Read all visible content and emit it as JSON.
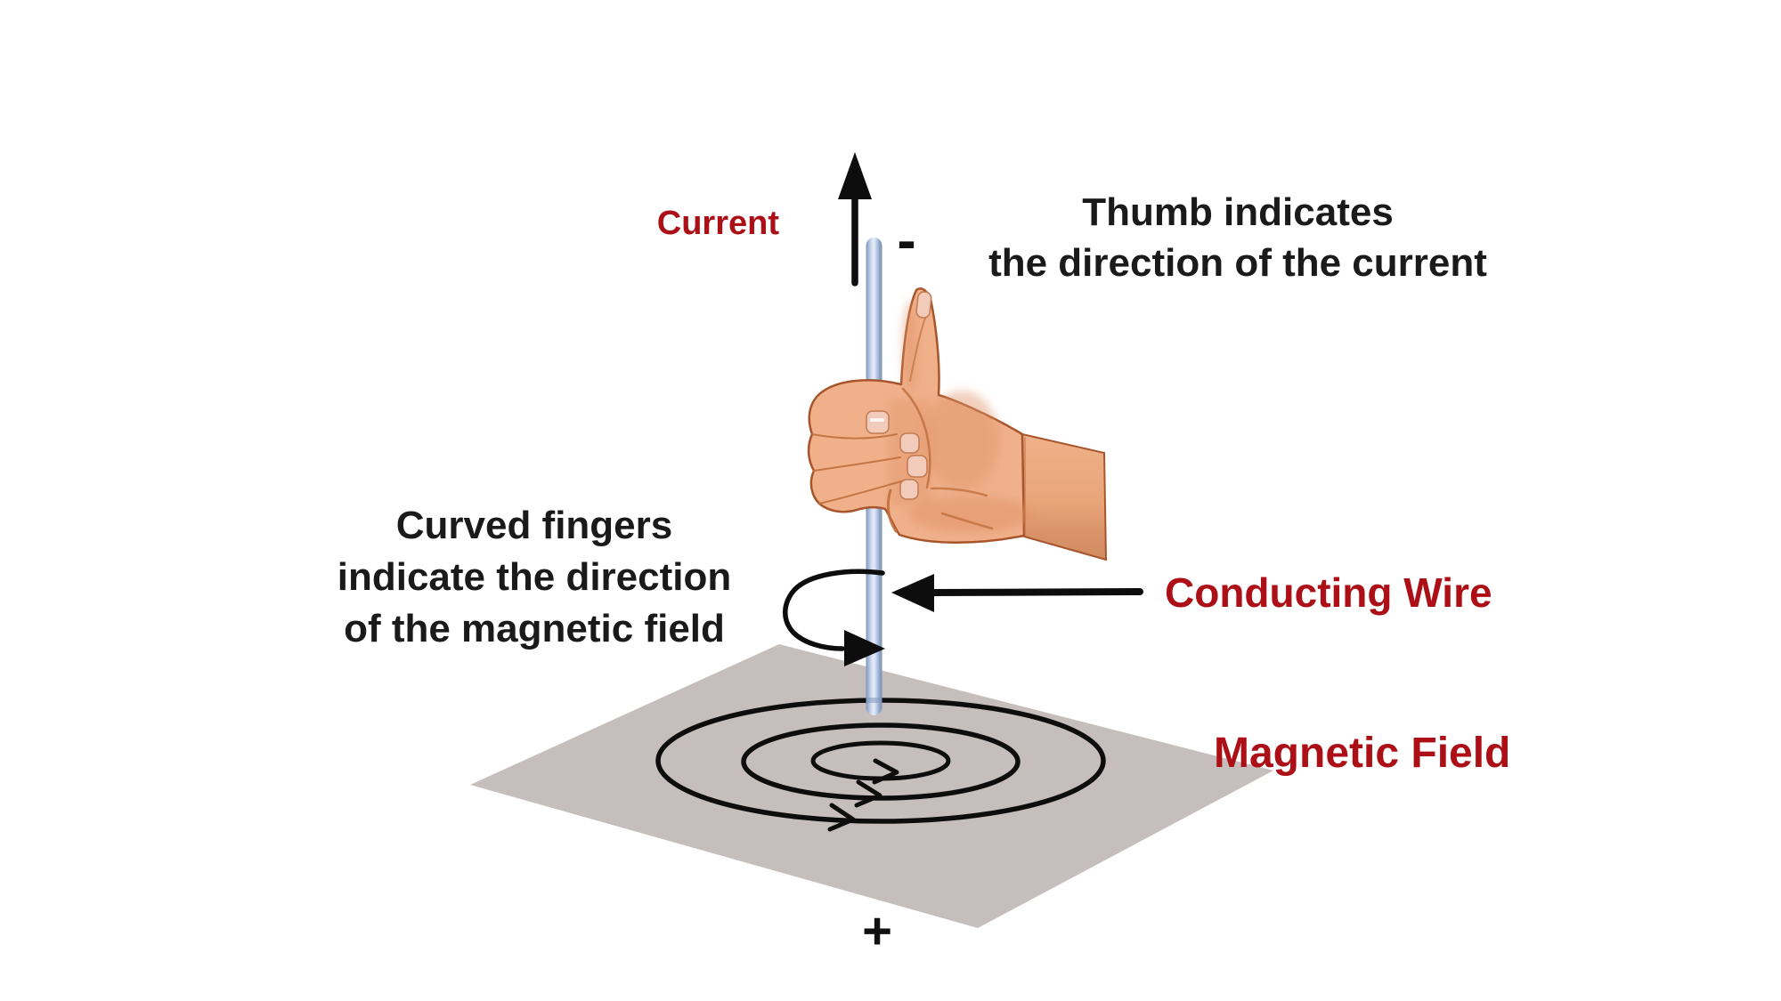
{
  "diagram": {
    "labels": {
      "current": "Current",
      "conducting_wire": "Conducting Wire",
      "magnetic_field": "Magnetic Field",
      "polarity_top": "-",
      "polarity_bottom": "+"
    },
    "annotations": {
      "thumb_line1": "Thumb indicates",
      "thumb_line2": "the direction of the current",
      "fingers_line1": "Curved fingers",
      "fingers_line2": "indicate the direction",
      "fingers_line3": "of the magnetic field"
    },
    "colors": {
      "label_red": "#AC1016",
      "text_black": "#1A1A1A",
      "plane_gray": "#C6BEBD",
      "wire_highlight": "#E3EAF6",
      "wire_shadow": "#7E93B8",
      "skin": "#F0B08A",
      "skin_shadow": "#E09468",
      "skin_outline": "#A8552C",
      "arrow_black": "#0D0D0D"
    },
    "icons": {
      "up_arrow": "current-direction-arrow",
      "left_arrow": "conducting-wire-pointer-arrow",
      "loop_arrow": "magnetic-field-loop-arrow",
      "chevrons": "field-line-direction-chevrons"
    }
  }
}
